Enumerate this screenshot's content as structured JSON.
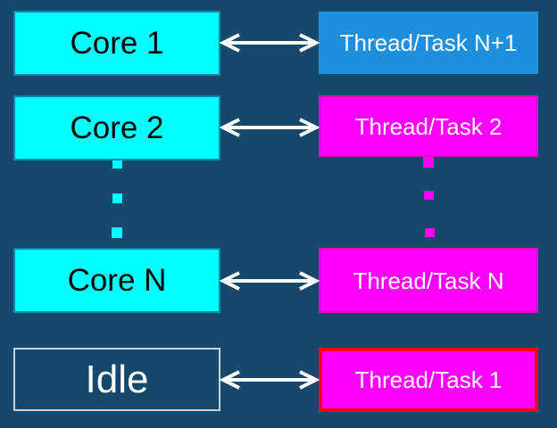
{
  "diagram": {
    "description": "Cores mapped to threads/tasks scheduling diagram",
    "rows": [
      {
        "core": "Core 1",
        "thread": "Thread/Task N+1"
      },
      {
        "core": "Core 2",
        "thread": "Thread/Task 2"
      },
      {
        "core": "Core N",
        "thread": "Thread/Task N"
      },
      {
        "core": "Idle",
        "thread": "Thread/Task 1"
      }
    ],
    "colors": {
      "background": "#14496d",
      "core_fill": "#00ffff",
      "core_border": "#0b86ad",
      "core_text": "#000000",
      "thread_fill": "#ff00ff",
      "thread_border": "#d710c8",
      "thread_active_fill": "#1e8fdc",
      "thread_highlight_border": "#ff0000",
      "idle_border": "#c8d2d9",
      "light_text": "#ffffff",
      "arrow": "#ffffff",
      "ellipsis_left": "#00ffff",
      "ellipsis_right": "#ff00ff"
    }
  }
}
